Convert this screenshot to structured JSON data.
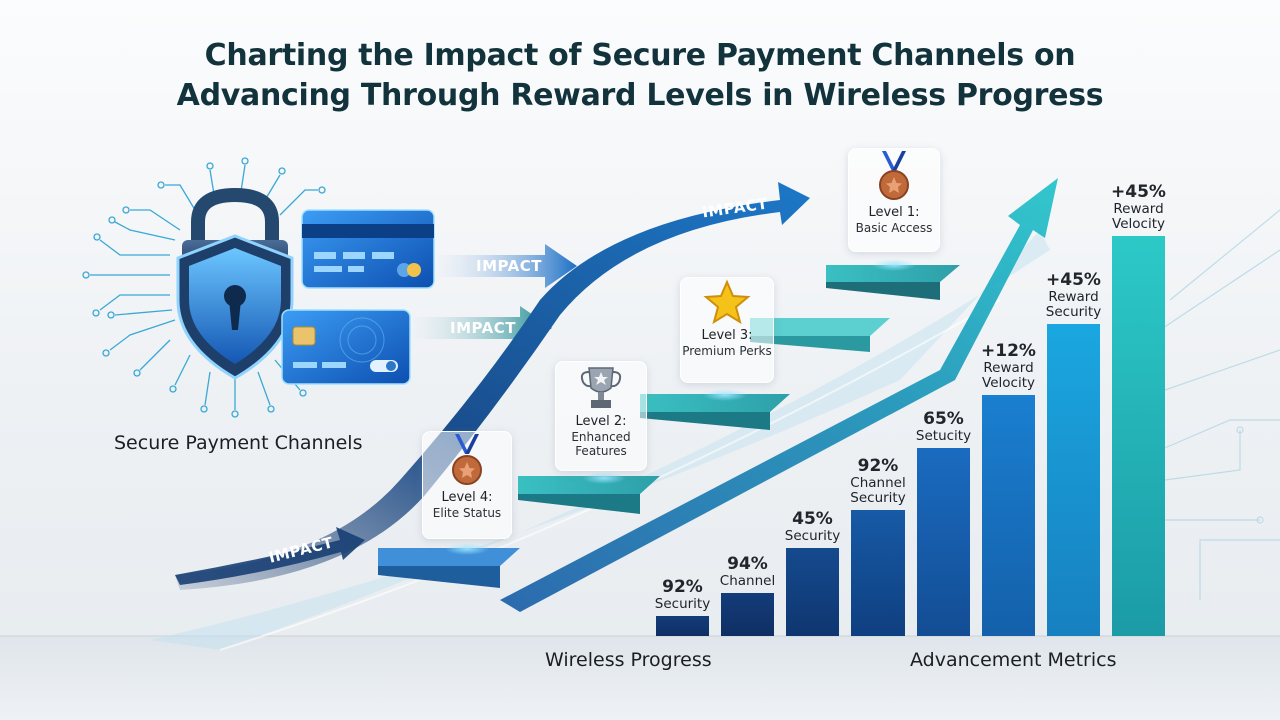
{
  "title_line1": "Charting the Impact of Secure Payment Channels on",
  "title_line2": "Advancing Through Reward Levels in Wireless Progress",
  "security_caption": "Secure Payment Channels",
  "arrow_labels": [
    "IMPACT",
    "IMPACT",
    "IMPACT",
    "IMPACT"
  ],
  "levels": [
    {
      "name": "Level 1:",
      "desc": "Basic Access",
      "icon": "bronze-medal-icon"
    },
    {
      "name": "Level 3:",
      "desc": "Premium Perks",
      "icon": "star-icon"
    },
    {
      "name": "Level 2:",
      "desc": "Enhanced Features",
      "desc_line1": "Enhanced",
      "desc_line2": "Features",
      "icon": "trophy-icon"
    },
    {
      "name": "Level 4:",
      "desc": "Elite Status",
      "icon": "bronze-medal-icon"
    }
  ],
  "bars": [
    {
      "value": "92%",
      "name1": "Security",
      "name2": ""
    },
    {
      "value": "94%",
      "name1": "Channel",
      "name2": ""
    },
    {
      "value": "45%",
      "name1": "Security",
      "name2": ""
    },
    {
      "value": "92%",
      "name1": "Channel",
      "name2": "Security"
    },
    {
      "value": "65%",
      "name1": "Setucity",
      "name2": ""
    },
    {
      "value": "+12%",
      "name1": "Reward",
      "name2": "Velocity"
    },
    {
      "value": "+45%",
      "name1": "Reward",
      "name2": "Security"
    },
    {
      "value": "+45%",
      "name1": "Reward",
      "name2": "Velocity"
    }
  ],
  "xlabel_left": "Wireless Progress",
  "xlabel_right": "Advancement Metrics",
  "colors": {
    "title": "#12323c",
    "bar_dark": "#0f2f63",
    "bar_mid": "#1a6fc4",
    "bar_light": "#21b8c9",
    "shield": "#2a7fd0"
  }
}
